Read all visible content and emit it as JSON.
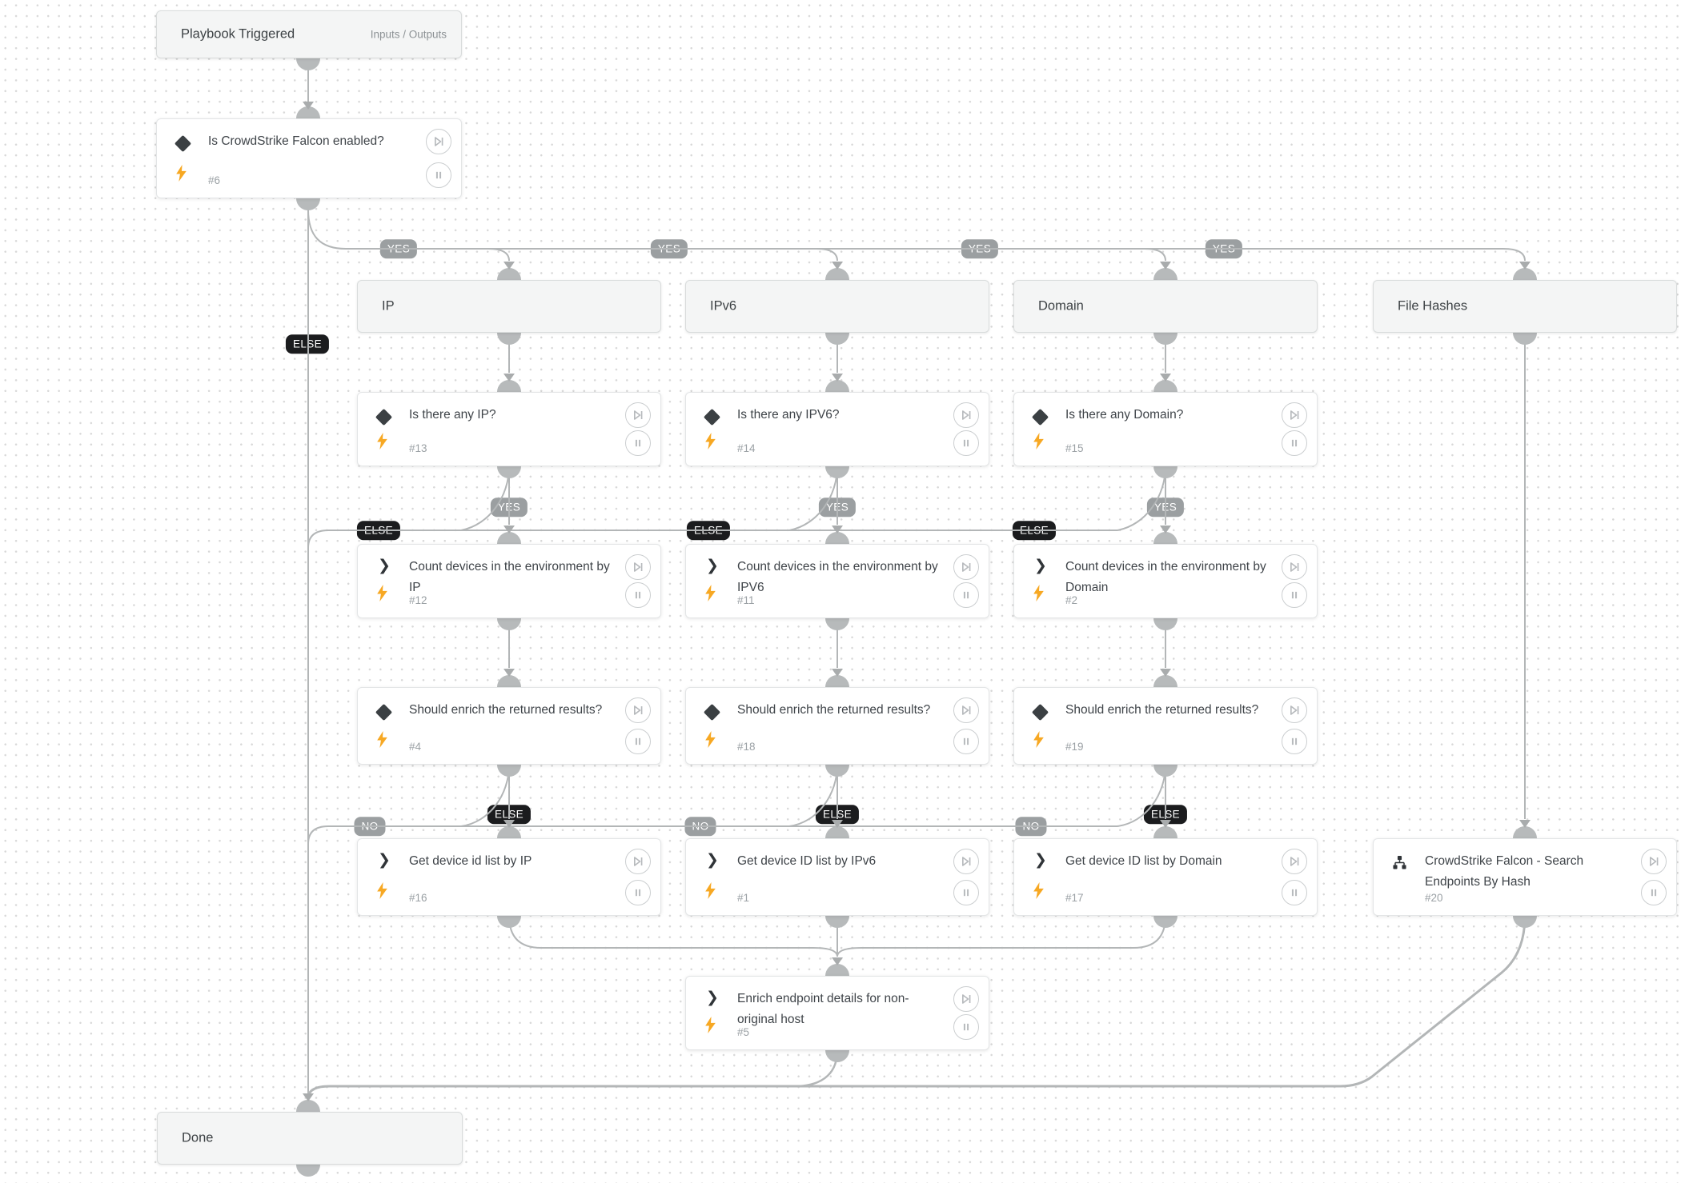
{
  "badges": {
    "yes": "YES",
    "no": "NO",
    "else": "ELSE"
  },
  "nodes": {
    "playbook_triggered": {
      "title": "Playbook Triggered",
      "side_label": "Inputs / Outputs"
    },
    "is_falcon_enabled": {
      "title": "Is CrowdStrike Falcon enabled?",
      "num": "#6"
    },
    "section_ip": {
      "title": "IP"
    },
    "section_ipv6": {
      "title": "IPv6"
    },
    "section_domain": {
      "title": "Domain"
    },
    "section_file_hashes": {
      "title": "File Hashes"
    },
    "is_any_ip": {
      "title": "Is there any IP?",
      "num": "#13"
    },
    "is_any_ipv6": {
      "title": "Is there any IPV6?",
      "num": "#14"
    },
    "is_any_domain": {
      "title": "Is there any Domain?",
      "num": "#15"
    },
    "count_by_ip": {
      "title": "Count devices in the environment by IP",
      "num": "#12"
    },
    "count_by_ipv6": {
      "title": "Count devices in the environment by IPV6",
      "num": "#11"
    },
    "count_by_domain": {
      "title": "Count devices in the environment by Domain",
      "num": "#2"
    },
    "should_enrich_ip": {
      "title": "Should enrich the returned results?",
      "num": "#4"
    },
    "should_enrich_ipv6": {
      "title": "Should enrich the returned results?",
      "num": "#18"
    },
    "should_enrich_domain": {
      "title": "Should enrich the returned results?",
      "num": "#19"
    },
    "get_ids_ip": {
      "title": "Get device id list by IP",
      "num": "#16"
    },
    "get_ids_ipv6": {
      "title": "Get device ID list by IPv6",
      "num": "#1"
    },
    "get_ids_domain": {
      "title": "Get device ID list by Domain",
      "num": "#17"
    },
    "search_endpoints_by_hash": {
      "title": "CrowdStrike Falcon - Search Endpoints By Hash",
      "num": "#20"
    },
    "enrich_non_original": {
      "title": "Enrich endpoint details for non-original host",
      "num": "#5"
    },
    "done": {
      "title": "Done"
    }
  }
}
